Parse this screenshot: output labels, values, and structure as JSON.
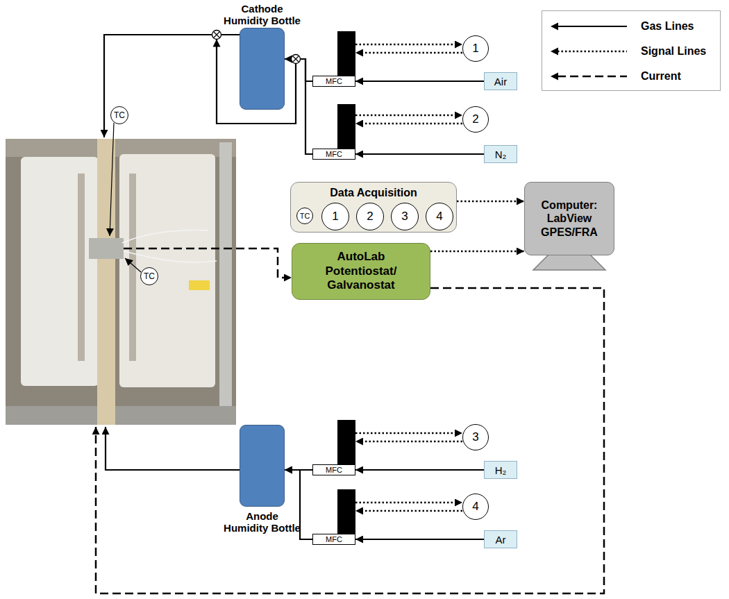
{
  "diagram": {
    "nodes": [
      {
        "text": [
          "Cathode Humidity Bottle"
        ]
      },
      {
        "text": [
          "MFC"
        ]
      },
      {
        "text": [
          "1"
        ]
      },
      {
        "text": [
          "Air"
        ]
      },
      {
        "text": [
          "MFC"
        ]
      },
      {
        "text": [
          "2"
        ]
      },
      {
        "text": [
          "N₂"
        ]
      },
      {
        "text": [
          "TC"
        ]
      },
      {
        "text": [
          "Data Acquisition"
        ]
      },
      {
        "text": [
          "TC"
        ],
        "in": 8
      },
      {
        "text": [
          "1"
        ],
        "in": 8
      },
      {
        "text": [
          "2"
        ],
        "in": 8
      },
      {
        "text": [
          "3"
        ],
        "in": 8
      },
      {
        "text": [
          "4"
        ],
        "in": 8
      },
      {
        "text": [
          "Computer: LabView GPES/FRA"
        ]
      },
      {
        "text": [
          "TC"
        ]
      },
      {
        "text": [
          "AutoLab Potentiostat/ Galvanostat"
        ]
      },
      {
        "text": [
          "MFC"
        ]
      },
      {
        "text": [
          "3"
        ]
      },
      {
        "text": [
          "H₂"
        ]
      },
      {
        "text": [
          "Anode Humidity Bottle"
        ]
      },
      {
        "text": [
          "MFC"
        ]
      },
      {
        "text": [
          "4"
        ]
      },
      {
        "text": [
          "Ar"
        ]
      }
    ],
    "edges": [
      {
        "from": 3,
        "to": 1,
        "arrow": "to"
      },
      {
        "from": 6,
        "to": 4,
        "arrow": "to"
      },
      {
        "from": 1,
        "to": 0,
        "arrow": "to"
      },
      {
        "from": 4,
        "to": 0,
        "arrow": "to"
      },
      {
        "from": 1,
        "to": 2,
        "arrow": "to"
      },
      {
        "from": 2,
        "to": 1,
        "arrow": "to"
      },
      {
        "from": 4,
        "to": 5,
        "arrow": "to"
      },
      {
        "from": 5,
        "to": 4,
        "arrow": "to"
      },
      {
        "from": 8,
        "to": 14,
        "arrow": "to"
      },
      {
        "from": 16,
        "to": 14,
        "arrow": "to"
      },
      {
        "from": 17,
        "to": 18,
        "arrow": "to"
      },
      {
        "from": 18,
        "to": 17,
        "arrow": "to"
      },
      {
        "from": 21,
        "to": 22,
        "arrow": "to"
      },
      {
        "from": 22,
        "to": 21,
        "arrow": "to"
      },
      {
        "from": 19,
        "to": 17,
        "arrow": "to"
      },
      {
        "from": 23,
        "to": 21,
        "arrow": "to"
      },
      {
        "from": 17,
        "to": 20,
        "arrow": "to"
      },
      {
        "from": 21,
        "to": 20,
        "arrow": "to"
      }
    ],
    "legend": [
      {
        "text": "Gas Lines"
      },
      {
        "text": "Signal Lines"
      },
      {
        "text": "Current"
      }
    ]
  }
}
